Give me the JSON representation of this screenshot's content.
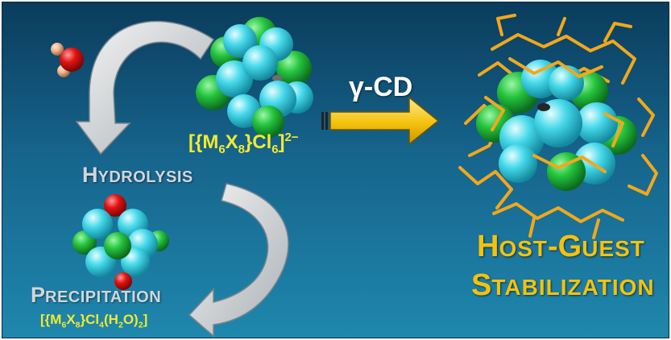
{
  "labels": {
    "hydrolysis": {
      "first": "H",
      "rest": "YDROLYSIS"
    },
    "precipitation": {
      "first": "P",
      "rest": "RECIPITATION"
    },
    "host_guest_line1": {
      "first": "H",
      "rest": "OST",
      "dash": "-",
      "first2": "G",
      "rest2": "UEST"
    },
    "host_guest_line2": {
      "first": "S",
      "rest": "TABILIZATION"
    },
    "reagent": "γ-CD"
  },
  "formulas": {
    "cluster": {
      "a": "[{M",
      "b": "6",
      "c": "X",
      "d": "8",
      "e": "}Cl",
      "f": "6",
      "g": "]",
      "charge": "2−"
    },
    "precipitate": {
      "a": "[{M",
      "b": "6",
      "c": "X",
      "d": "8",
      "e": "}Cl",
      "f": "4",
      "g": "(H",
      "h": "2",
      "i": "O)",
      "j": "2",
      "k": "]"
    }
  },
  "colors": {
    "background_top": "#0a3c5c",
    "background_bottom": "#1f87ad",
    "chlorine_green": "#1fbf3a",
    "halide_cyan": "#3fd6e6",
    "oxygen_red": "#e01010",
    "hydrogen_tan": "#f2b28a",
    "cyclodextrin_orange": "#f2a81a",
    "arrow_yellow": "#f4c20d",
    "label_gold": "#f4c20d",
    "formula_yellow": "#f2ea30"
  },
  "icons": [
    "water-molecule-icon",
    "cluster-molecule-icon",
    "precipitate-molecule-icon",
    "host-guest-complex-icon",
    "curved-arrow-icon",
    "reaction-arrow-icon"
  ]
}
